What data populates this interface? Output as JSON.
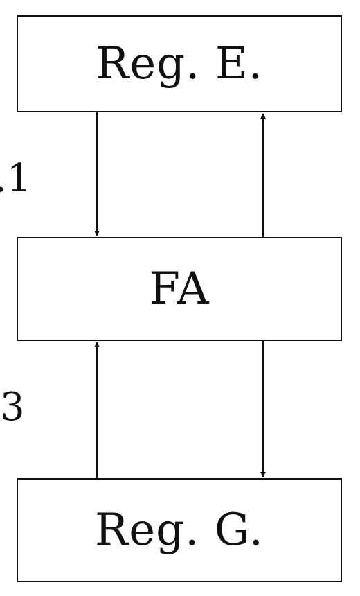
{
  "nodes": {
    "reg_e": "Reg. E.",
    "fa": "FA",
    "reg_g": "Reg. G."
  },
  "edge_labels": {
    "top": ".1",
    "bottom": "3"
  },
  "colors": {
    "stroke": "#111111",
    "background": "#ffffff"
  }
}
